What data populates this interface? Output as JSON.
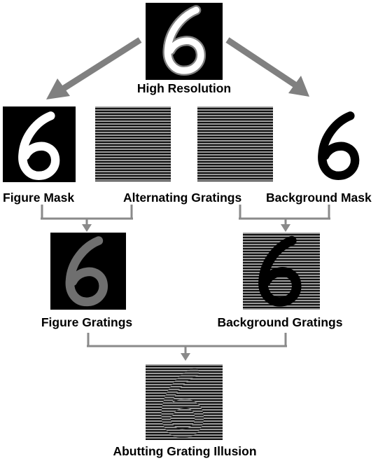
{
  "nodes": {
    "high_resolution": "High Resolution",
    "figure_mask": "Figure Mask",
    "alternating_gratings": "Alternating Gratings",
    "background_mask": "Background Mask",
    "figure_gratings": "Figure Gratings",
    "background_gratings": "Background Gratings",
    "abutting_grating_illusion": "Abutting Grating Illusion"
  },
  "colors": {
    "arrow": "#808080",
    "connector": "#8a8a8a",
    "panel_dark": "#000000",
    "stroke_light": "#ffffff",
    "grating_dark": "#111111",
    "grating_light": "#9a9a9a",
    "figure_grating_stroke": "#6f6f6f",
    "background": "#ffffff"
  }
}
